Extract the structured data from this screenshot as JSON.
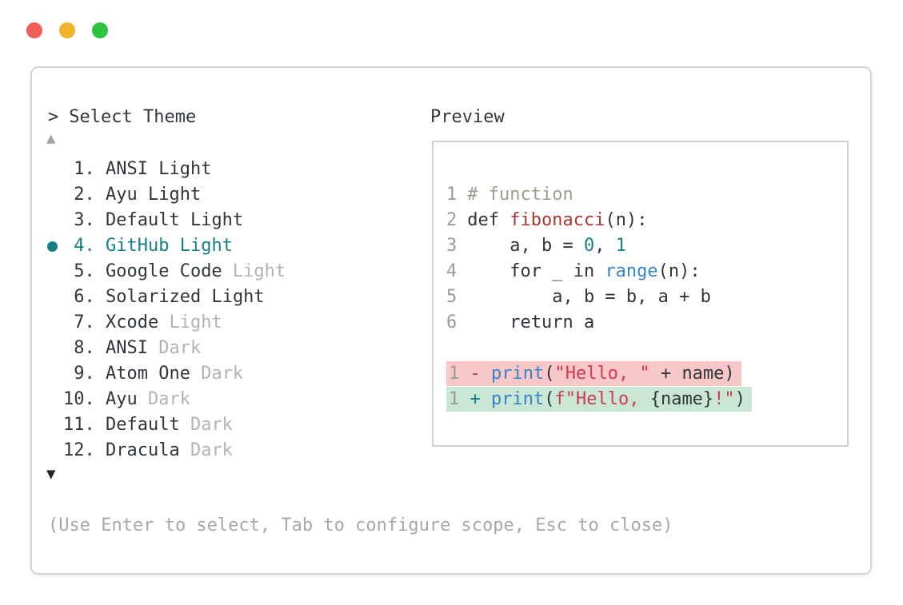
{
  "window": {
    "traffic_lights": [
      {
        "name": "close",
        "color": "#f15f57"
      },
      {
        "name": "minimize",
        "color": "#f0b32b"
      },
      {
        "name": "zoom",
        "color": "#2dc33e"
      }
    ]
  },
  "prompt": {
    "caret": ">",
    "title": "Select Theme"
  },
  "scroll": {
    "up_glyph": "▲",
    "down_glyph": "▼"
  },
  "theme_list": {
    "items": [
      {
        "num": " 1.",
        "name": "ANSI",
        "variant": "Light",
        "variant_muted": false,
        "selected": false
      },
      {
        "num": " 2.",
        "name": "Ayu",
        "variant": "Light",
        "variant_muted": false,
        "selected": false
      },
      {
        "num": " 3.",
        "name": "Default",
        "variant": "Light",
        "variant_muted": false,
        "selected": false
      },
      {
        "num": " 4.",
        "name": "GitHub",
        "variant": "Light",
        "variant_muted": false,
        "selected": true
      },
      {
        "num": " 5.",
        "name": "Google Code",
        "variant": "Light",
        "variant_muted": true,
        "selected": false
      },
      {
        "num": " 6.",
        "name": "Solarized",
        "variant": "Light",
        "variant_muted": false,
        "selected": false
      },
      {
        "num": " 7.",
        "name": "Xcode",
        "variant": "Light",
        "variant_muted": true,
        "selected": false
      },
      {
        "num": " 8.",
        "name": "ANSI",
        "variant": "Dark",
        "variant_muted": true,
        "selected": false
      },
      {
        "num": " 9.",
        "name": "Atom One",
        "variant": "Dark",
        "variant_muted": true,
        "selected": false
      },
      {
        "num": "10.",
        "name": "Ayu",
        "variant": "Dark",
        "variant_muted": true,
        "selected": false
      },
      {
        "num": "11.",
        "name": "Default",
        "variant": "Dark",
        "variant_muted": true,
        "selected": false
      },
      {
        "num": "12.",
        "name": "Dracula",
        "variant": "Dark",
        "variant_muted": true,
        "selected": false
      }
    ]
  },
  "preview": {
    "title": "Preview",
    "code_lines": [
      {
        "num": "1",
        "tokens": [
          {
            "t": "# function",
            "c": "comment"
          }
        ]
      },
      {
        "num": "2",
        "tokens": [
          {
            "t": "def ",
            "c": "text"
          },
          {
            "t": "fibonacci",
            "c": "func"
          },
          {
            "t": "(n):",
            "c": "text"
          }
        ]
      },
      {
        "num": "3",
        "tokens": [
          {
            "t": "    a, b = ",
            "c": "text"
          },
          {
            "t": "0",
            "c": "number"
          },
          {
            "t": ", ",
            "c": "text"
          },
          {
            "t": "1",
            "c": "number"
          }
        ]
      },
      {
        "num": "4",
        "tokens": [
          {
            "t": "    for _ in ",
            "c": "text"
          },
          {
            "t": "range",
            "c": "builtin"
          },
          {
            "t": "(n):",
            "c": "text"
          }
        ]
      },
      {
        "num": "5",
        "tokens": [
          {
            "t": "        a, b = b, a + b",
            "c": "text"
          }
        ]
      },
      {
        "num": "6",
        "tokens": [
          {
            "t": "    return a",
            "c": "text"
          }
        ]
      }
    ],
    "diff_lines": [
      {
        "num": "1",
        "sign": "-",
        "kind": "removed",
        "tokens": [
          {
            "t": "print",
            "c": "builtin"
          },
          {
            "t": "(",
            "c": "text"
          },
          {
            "t": "\"Hello, \"",
            "c": "string"
          },
          {
            "t": " + name)",
            "c": "text"
          }
        ]
      },
      {
        "num": "1",
        "sign": "+",
        "kind": "added",
        "tokens": [
          {
            "t": "print",
            "c": "builtin"
          },
          {
            "t": "(",
            "c": "text"
          },
          {
            "t": "f\"Hello, ",
            "c": "string"
          },
          {
            "t": "{name}",
            "c": "text"
          },
          {
            "t": "!\"",
            "c": "string"
          },
          {
            "t": ")",
            "c": "text"
          }
        ]
      }
    ]
  },
  "help": {
    "text": "(Use Enter to select, Tab to configure scope, Esc to close)"
  },
  "colors": {
    "text": "#30363c",
    "muted": "#b3b3b3",
    "help": "#a8a8a8",
    "lnum": "#9a9a9a",
    "accent": "#137f89",
    "comment": "#9aa08c",
    "func": "#a83a30",
    "number": "#17808a",
    "builtin": "#3484c6",
    "string": "#d23a52",
    "sign_del": "#cb3246",
    "del_bg": "#f8c8c8",
    "add_bg": "#c9e7d4",
    "border": "#d5d5d5",
    "inner_border": "#cfcfcf",
    "arrow_up": "#a3a3a3",
    "arrow_down": "#22272c"
  }
}
